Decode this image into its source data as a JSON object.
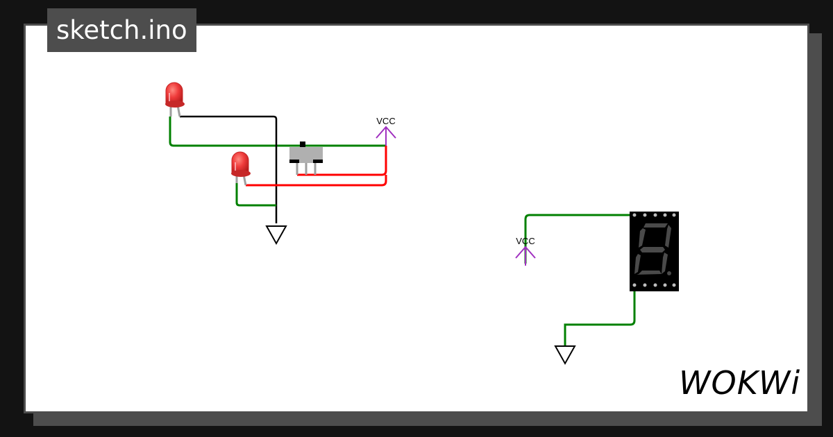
{
  "title": "sketch.ino",
  "labels": {
    "vcc_1": "VCC",
    "vcc_2": "VCC"
  },
  "brand": "WOKWi",
  "colors": {
    "wire_green": "#008000",
    "wire_red": "#ff0000",
    "wire_black": "#000000",
    "vcc_purple": "#a030c0",
    "led_red": "#e53935"
  }
}
